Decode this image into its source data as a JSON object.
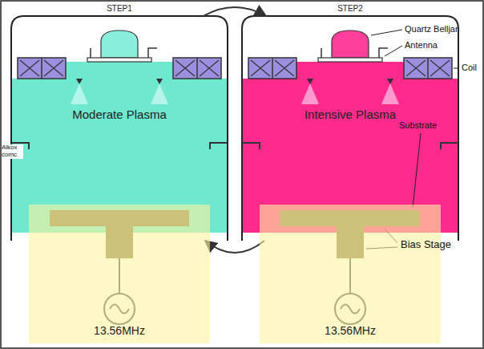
{
  "diagram": {
    "nodes": [
      {
        "text": [
          "STEP1",
          "Moderate Plasma"
        ]
      },
      {
        "text": [
          "STEP2",
          "Intensive Plasma"
        ]
      },
      {
        "text": [
          "13.56MHz"
        ]
      },
      {
        "text": [
          "13.56MHz"
        ]
      }
    ],
    "edges": [
      {
        "from": 0,
        "to": 1,
        "arrow": "to"
      },
      {
        "from": 1,
        "to": 0,
        "arrow": "to"
      }
    ],
    "labels": [
      "Quartz Belljar",
      "Antenna",
      "Coil",
      "Substrate",
      "Bias Stage",
      "Alkox comc"
    ]
  }
}
